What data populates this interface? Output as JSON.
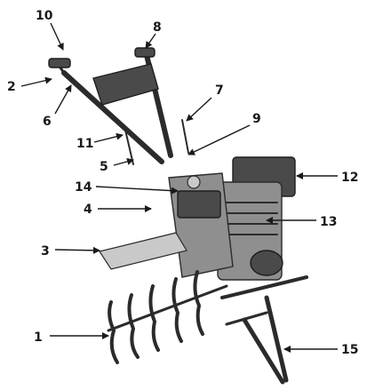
{
  "callouts": [
    {
      "id": "1",
      "text": "1"
    },
    {
      "id": "2",
      "text": "2"
    },
    {
      "id": "3",
      "text": "3"
    },
    {
      "id": "4",
      "text": "4"
    },
    {
      "id": "5",
      "text": "5"
    },
    {
      "id": "6",
      "text": "6"
    },
    {
      "id": "7",
      "text": "7"
    },
    {
      "id": "8",
      "text": "8"
    },
    {
      "id": "9",
      "text": "9"
    },
    {
      "id": "10",
      "text": "10"
    },
    {
      "id": "11",
      "text": "11"
    },
    {
      "id": "12",
      "text": "12"
    },
    {
      "id": "13",
      "text": "13"
    },
    {
      "id": "14",
      "text": "14"
    },
    {
      "id": "15",
      "text": "15"
    }
  ],
  "colors": {
    "ink": "#1a1a1a",
    "machine_body": "#8f8f8f",
    "machine_dark": "#4a4a4a",
    "machine_light": "#c9c9c9"
  }
}
